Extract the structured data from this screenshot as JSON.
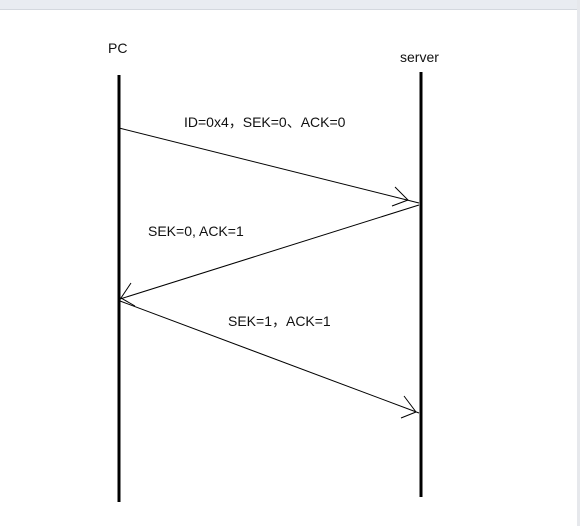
{
  "participants": {
    "left": "PC",
    "right": "server"
  },
  "messages": [
    {
      "label": "ID=0x4，SEK=0、ACK=0",
      "from": "PC",
      "to": "server"
    },
    {
      "label": "SEK=0, ACK=1",
      "from": "server",
      "to": "PC"
    },
    {
      "label": "SEK=1，ACK=1",
      "from": "PC",
      "to": "server"
    }
  ],
  "colors": {
    "line": "#000000",
    "text": "#111111",
    "background": "#ffffff"
  }
}
